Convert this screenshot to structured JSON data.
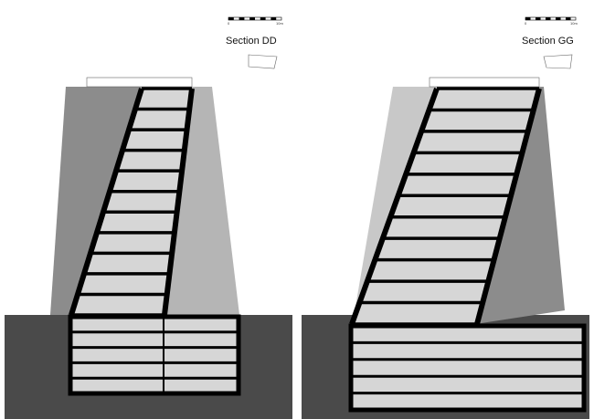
{
  "sections": [
    {
      "title": "Section DD",
      "scale_start": "0",
      "scale_end": "10m"
    },
    {
      "title": "Section GG",
      "scale_start": "0",
      "scale_end": "10m"
    }
  ],
  "colors": {
    "ground": "#4a4a4a",
    "facade": "#8c8c8c",
    "facade_light": "#c8c8c8",
    "floor_fill": "#d6d6d6",
    "structure": "#000000"
  }
}
